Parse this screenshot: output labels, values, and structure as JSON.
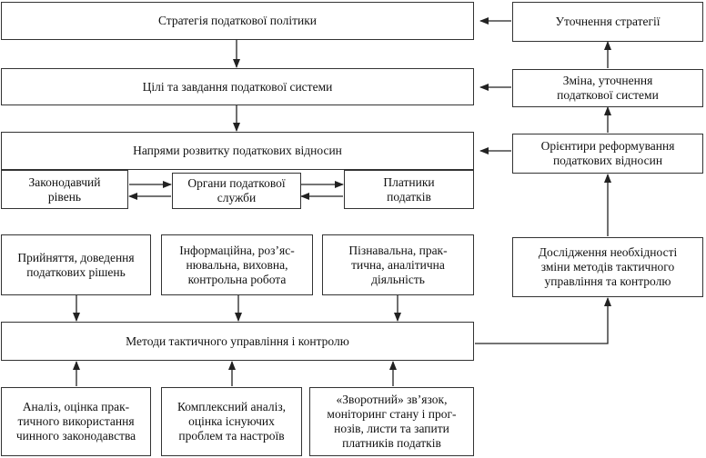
{
  "boxes": {
    "strategy": "Стратегія податкової політики",
    "goals": "Цілі та завдання податкової системи",
    "directions": "Напрями розвитку податкових відносин",
    "legislative": [
      "Законодавчий",
      "рівень"
    ],
    "tax_bodies": [
      "Органи податкової",
      "служби"
    ],
    "taxpayers": [
      "Платники",
      "податків"
    ],
    "decisions": [
      "Прийняття, доведення",
      "податкових рішень"
    ],
    "info_work": [
      "Інформаційна, роз’яс-",
      "нювальна, виховна,",
      "контрольна робота"
    ],
    "cognitive": [
      "Пізнавальна, прак-",
      "тична, аналітична",
      "діяльність"
    ],
    "methods": "Методи тактичного управління і контролю",
    "analysis_practice": [
      "Аналіз, оцінка прак-",
      "тичного використання",
      "чинного законодавства"
    ],
    "complex_analysis": [
      "Комплексний аналіз,",
      "оцінка існуючих",
      "проблем та настроїв"
    ],
    "feedback": [
      "«Зворотний» зв’язок,",
      "моніторинг стану і прог-",
      "нозів, листи та запити",
      "платників податків"
    ],
    "strategy_refine": "Уточнення стратегії",
    "system_change": [
      "Зміна, уточнення",
      "податкової системи"
    ],
    "reform_guides": [
      "Орієнтири реформування",
      "податкових відносин"
    ],
    "research_need": [
      "Дослідження необхідності",
      "зміни методів тактичного",
      "управління та контролю"
    ]
  }
}
